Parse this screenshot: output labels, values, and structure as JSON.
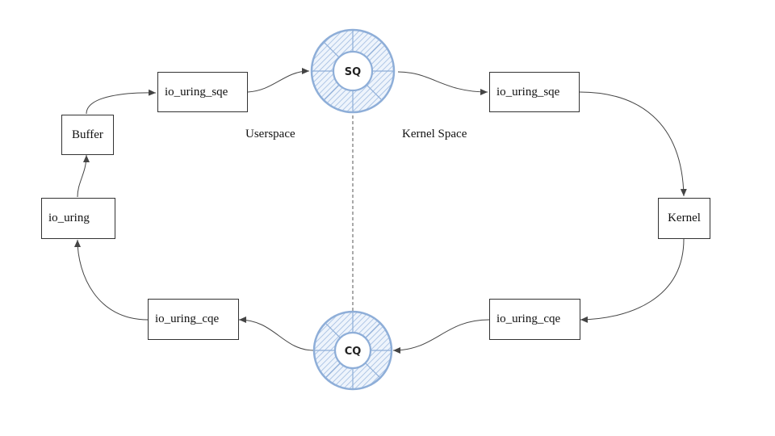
{
  "nodes": {
    "user_sqe": "io_uring_sqe",
    "buffer": "Buffer",
    "io_uring": "io_uring",
    "user_cqe": "io_uring_cqe",
    "kernel_sqe": "io_uring_sqe",
    "kernel": "Kernel",
    "kernel_cqe": "io_uring_cqe"
  },
  "rings": {
    "sq": "SQ",
    "cq": "CQ"
  },
  "regions": {
    "userspace": "Userspace",
    "kernel_space": "Kernel Space"
  },
  "colors": {
    "ring_stroke": "#8eaed8",
    "ring_fill": "#dce8f7",
    "line": "#444444"
  }
}
